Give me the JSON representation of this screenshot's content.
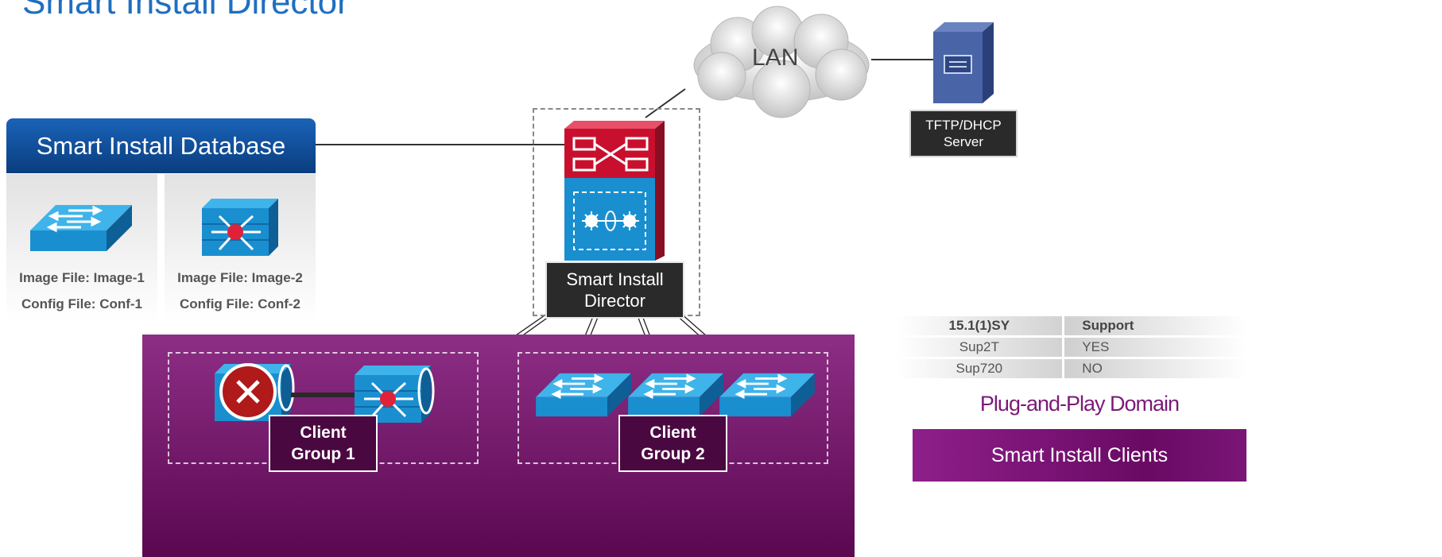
{
  "page": {
    "title": "Smart Install Director"
  },
  "database": {
    "header": "Smart Install Database",
    "entries": [
      {
        "image_line": "Image File: Image-1",
        "config_line": "Config File: Conf-1",
        "device": "switch-icon"
      },
      {
        "image_line": "Image File: Image-2",
        "config_line": "Config File: Conf-2",
        "device": "multilayer-switch-icon"
      }
    ]
  },
  "network": {
    "lan_label": "LAN"
  },
  "server": {
    "label_line1": "TFTP/DHCP",
    "label_line2": "Server"
  },
  "director": {
    "label_line1": "Smart Install",
    "label_line2": "Director"
  },
  "client_groups": [
    {
      "label_line1": "Client",
      "label_line2": "Group 1"
    },
    {
      "label_line1": "Client",
      "label_line2": "Group 2"
    }
  ],
  "support_table": {
    "headers": [
      "15.1(1)SY",
      "Support"
    ],
    "rows": [
      [
        "Sup2T",
        "YES"
      ],
      [
        "Sup720",
        "NO"
      ]
    ]
  },
  "legend": {
    "domain_label": "Plug-and-Play Domain",
    "clients_label": "Smart Install Clients"
  },
  "colors": {
    "title": "#1f6fc0",
    "database_header": "#0a3d7e",
    "domain": "#7a1a78",
    "switch": "#1a8fd0",
    "error": "#b01a1a"
  }
}
